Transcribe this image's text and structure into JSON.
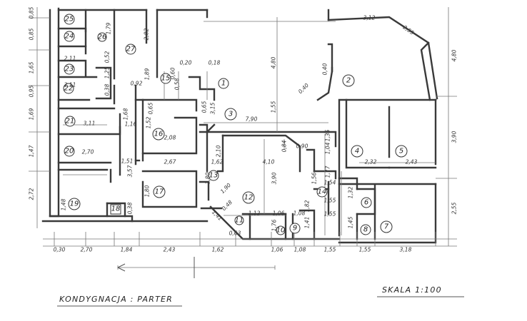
{
  "labels": {
    "floor": "KONDYGNACJA : PARTER",
    "scale": "SKALA  1:100"
  },
  "rooms": [
    "1",
    "2",
    "3",
    "4",
    "5",
    "6",
    "7",
    "8",
    "9",
    "10",
    "11",
    "12",
    "13",
    "14",
    "15",
    "16",
    "17",
    "18",
    "19",
    "20",
    "21",
    "22",
    "23",
    "24",
    "25",
    "26",
    "27"
  ],
  "dimensions": {
    "bottom": [
      "0,30",
      "2,70",
      "1,84",
      "2,43",
      "1,62",
      "1,06",
      "1,08",
      "1,55",
      "1,55",
      "3,18"
    ],
    "left": [
      "0,85",
      "0,85",
      "1,65",
      "0,95",
      "1,69",
      "1,47",
      "2,72"
    ],
    "right": [
      "4,80",
      "3,90",
      "2,55"
    ],
    "inner": [
      "3,12",
      "2,55",
      "0,18",
      "0,20",
      "0,58",
      "4,80",
      "7,90",
      "1,55",
      "2,11",
      "2,11",
      "1,79",
      "0,52",
      "1,25",
      "0,38",
      "0,92",
      "1,89",
      "0,60",
      "0,40",
      "0,40",
      "3,11",
      "2,70",
      "2,67",
      "1,68",
      "1,16",
      "3,57",
      "1,51",
      "2,08",
      "0,65",
      "1,52",
      "0,65",
      "3,15",
      "2,10",
      "4,10",
      "3,90",
      "1,62",
      "1,90",
      "0,48",
      "1,80",
      "1,35",
      "0,90",
      "0,84",
      "1,04",
      "1,77",
      "1,56",
      "1,54",
      "1,32",
      "1,45",
      "1,55",
      "1,55",
      "2,32",
      "2,43",
      "1,12",
      "1,06",
      "1,08",
      "1,76",
      "1,41",
      "0,63",
      "1,41",
      "0,38",
      "1,48",
      "1,80",
      "1,82",
      "2,82"
    ]
  }
}
